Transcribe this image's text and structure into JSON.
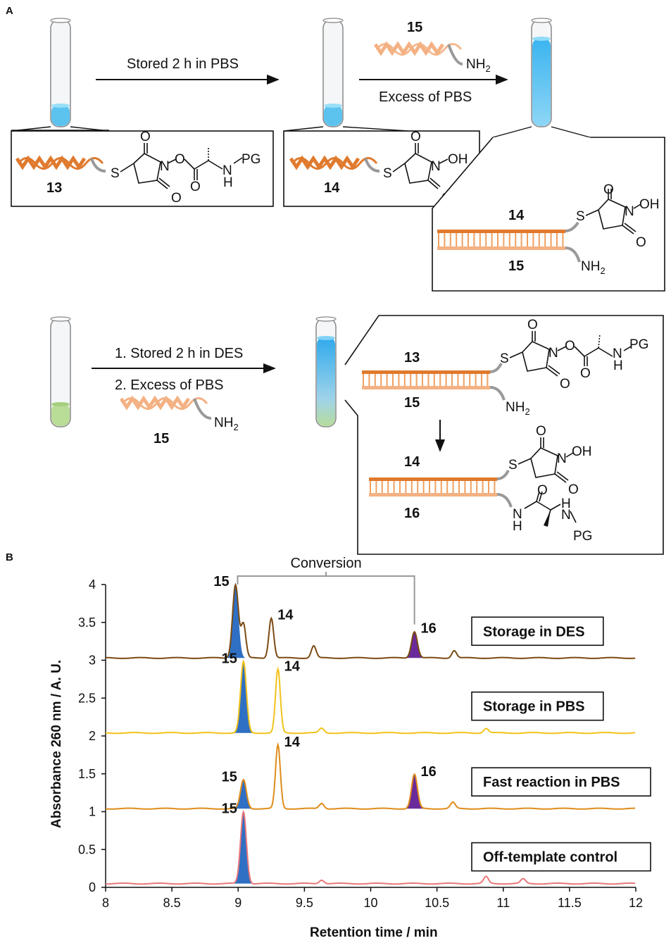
{
  "panels": {
    "a": "A",
    "b": "B"
  },
  "scheme": {
    "step1_label": "Stored 2 h in PBS",
    "step2_label": "Excess of PBS",
    "step3_label_1": "1. Stored 2 h in DES",
    "step3_label_2": "2. Excess of PBS",
    "compound_13": "13",
    "compound_14": "14",
    "compound_15": "15",
    "compound_16": "16",
    "nh2": "NH",
    "nh2_sub": "2",
    "pg": "PG",
    "oh": "OH",
    "atoms": {
      "s": "S",
      "n": "N",
      "o": "O",
      "h": "H"
    }
  },
  "chart_data": {
    "type": "line",
    "xlabel": "Retention time / min",
    "ylabel": "Absorbance 260 nm / A. U.",
    "xlim": [
      8,
      12
    ],
    "ylim": [
      0,
      4
    ],
    "xticks": [
      "8",
      "8.5",
      "9",
      "9.5",
      "10",
      "10.5",
      "11",
      "11.5",
      "12"
    ],
    "yticks": [
      "0",
      "0.5",
      "1",
      "1.5",
      "2",
      "2.5",
      "3",
      "3.5",
      "4"
    ],
    "conversion_label": "Conversion",
    "series": [
      {
        "name": "Storage in DES",
        "color": "#7a4a12",
        "baseline": 3.03,
        "peaks": [
          {
            "x": 8.98,
            "y": 4.0,
            "label": "15",
            "fill": "#2f6fc4"
          },
          {
            "x": 9.04,
            "y": 3.47,
            "label": ""
          },
          {
            "x": 9.25,
            "y": 3.56,
            "label": "14"
          },
          {
            "x": 9.57,
            "y": 3.19,
            "label": ""
          },
          {
            "x": 10.33,
            "y": 3.38,
            "label": "16",
            "fill": "#6a2a9c"
          },
          {
            "x": 10.63,
            "y": 3.13,
            "label": ""
          }
        ]
      },
      {
        "name": "Storage in PBS",
        "color": "#f1c21b",
        "baseline": 2.04,
        "peaks": [
          {
            "x": 9.04,
            "y": 2.98,
            "label": "15",
            "fill": "#2f6fc4"
          },
          {
            "x": 9.3,
            "y": 2.88,
            "label": "14"
          },
          {
            "x": 9.63,
            "y": 2.1,
            "label": ""
          },
          {
            "x": 10.87,
            "y": 2.1,
            "label": ""
          }
        ]
      },
      {
        "name": "Fast reaction in PBS",
        "color": "#e08c1a",
        "baseline": 1.04,
        "peaks": [
          {
            "x": 9.04,
            "y": 1.42,
            "label": "15",
            "fill": "#2f6fc4"
          },
          {
            "x": 9.3,
            "y": 1.88,
            "label": "14"
          },
          {
            "x": 9.63,
            "y": 1.11,
            "label": ""
          },
          {
            "x": 10.33,
            "y": 1.49,
            "label": "16",
            "fill": "#6a2a9c"
          },
          {
            "x": 10.62,
            "y": 1.12,
            "label": ""
          }
        ]
      },
      {
        "name": "Off-template control",
        "color": "#e8787a",
        "baseline": 0.05,
        "peaks": [
          {
            "x": 9.04,
            "y": 1.0,
            "label": "15",
            "fill": "#2f6fc4"
          },
          {
            "x": 9.63,
            "y": 0.1,
            "label": ""
          },
          {
            "x": 10.87,
            "y": 0.14,
            "label": ""
          },
          {
            "x": 11.15,
            "y": 0.11,
            "label": ""
          }
        ]
      }
    ]
  }
}
